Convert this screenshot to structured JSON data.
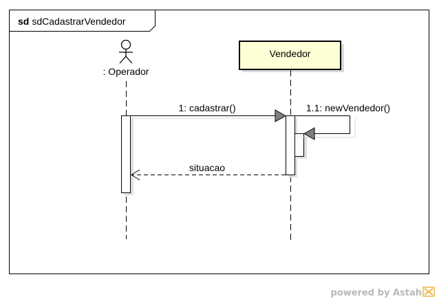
{
  "frame": {
    "keyword": "sd",
    "name": "sdCadastrarVendedor"
  },
  "lifelines": [
    {
      "id": "operador",
      "kind": "actor",
      "label": ": Operador"
    },
    {
      "id": "vendedor",
      "kind": "object",
      "label": "Vendedor"
    }
  ],
  "messages": [
    {
      "id": "m1",
      "label": "1: cadastrar()",
      "type": "synchronous",
      "from": "operador",
      "to": "vendedor"
    },
    {
      "id": "m2",
      "label": "1.1: newVendedor()",
      "type": "self",
      "from": "vendedor",
      "to": "vendedor"
    },
    {
      "id": "m3",
      "label": "situacao",
      "type": "return",
      "from": "vendedor",
      "to": "operador"
    }
  ],
  "watermark": {
    "text": "powered by Astah"
  },
  "colors": {
    "object_fill": "#ffffd6",
    "object_border": "#000000",
    "arrowhead_fill": "#808080",
    "line": "#000000",
    "shadow": "#d9d9d9",
    "watermark_text": "#b8b8b8",
    "watermark_logo": "#f0b640"
  }
}
